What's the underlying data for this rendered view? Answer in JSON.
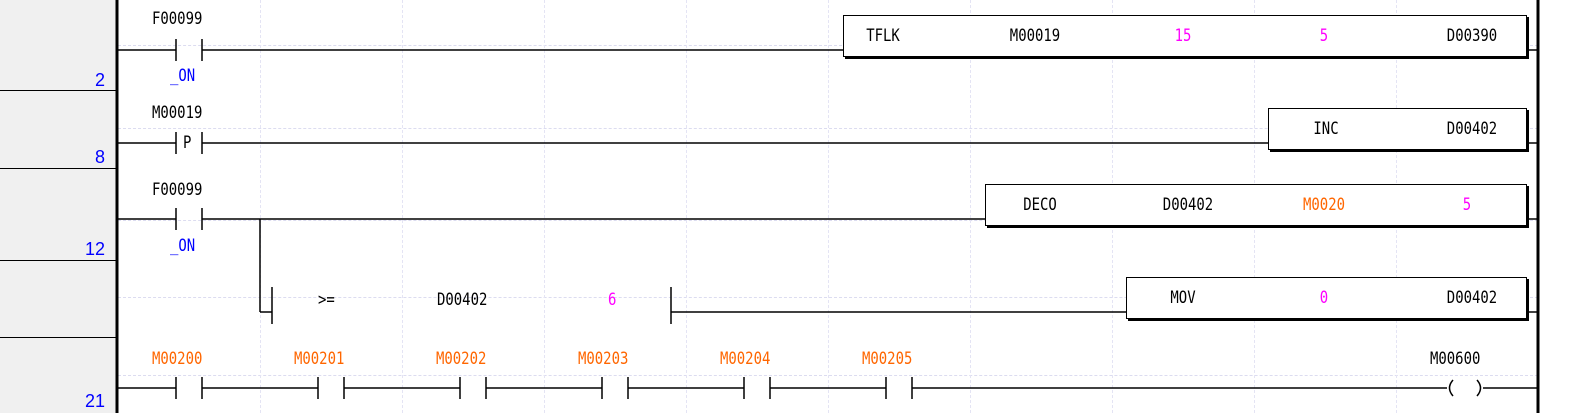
{
  "colors": {
    "gutter": "#f0f0f0",
    "step_number": "#0000ff",
    "device_orange": "#ff6600",
    "constant_magenta": "#ff00ff",
    "wire": "#000000",
    "grid": "#dcdcf0"
  },
  "rungs": [
    {
      "step": "2",
      "contact": {
        "device": "F00099",
        "comment": "_ON"
      },
      "instruction": {
        "mnemonic": "TFLK",
        "operands": [
          "M00019",
          "15",
          "5",
          "D00390"
        ]
      }
    },
    {
      "step": "8",
      "contact": {
        "device": "M00019",
        "symbol": "P"
      },
      "instruction": {
        "mnemonic": "INC",
        "operands": [
          "D00402"
        ]
      }
    },
    {
      "step": "12",
      "contact": {
        "device": "F00099",
        "comment": "_ON"
      },
      "instruction": {
        "mnemonic": "DECO",
        "operands": [
          "D00402",
          "M0020",
          "5"
        ]
      },
      "branch": {
        "compare": {
          "op": ">=",
          "operand1": "D00402",
          "operand2": "6"
        },
        "instruction": {
          "mnemonic": "MOV",
          "operands": [
            "0",
            "D00402"
          ]
        }
      }
    },
    {
      "step": "21",
      "contacts": [
        "M00200",
        "M00201",
        "M00202",
        "M00203",
        "M00204",
        "M00205"
      ],
      "coil": {
        "device": "M00600"
      }
    }
  ]
}
